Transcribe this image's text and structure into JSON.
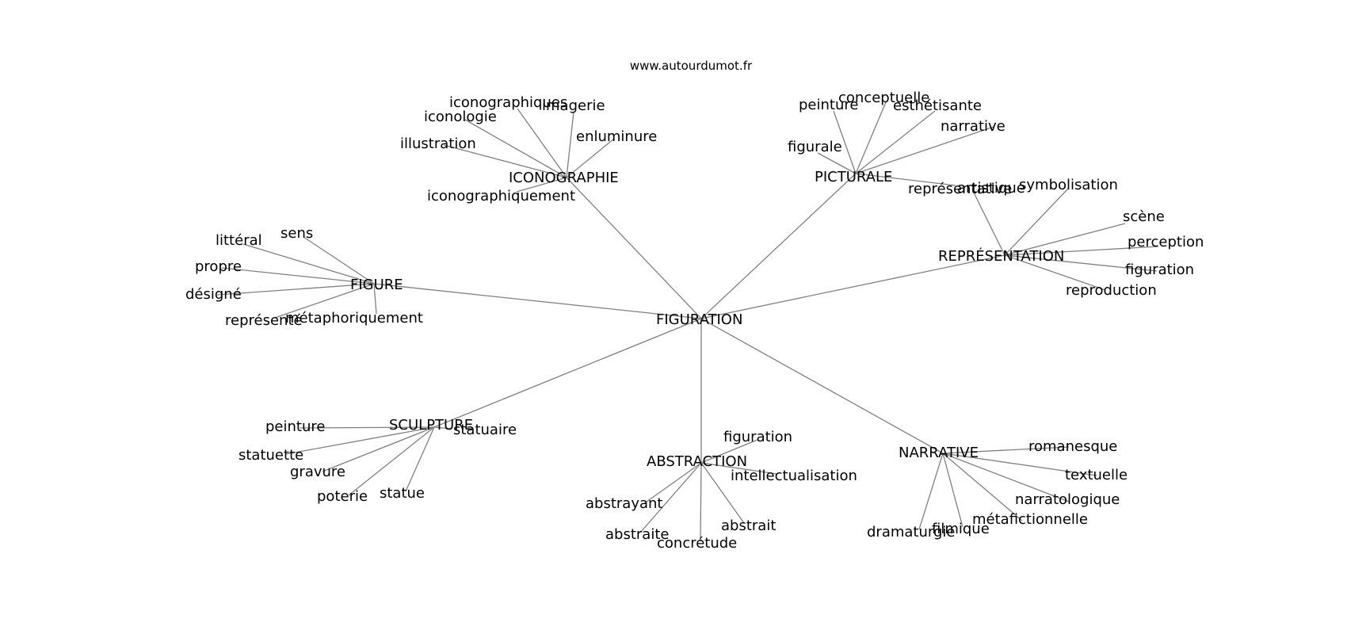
{
  "source": "www.autourdumot.fr",
  "root": "FIGURATION",
  "clusters": [
    {
      "label": "ICONOGRAPHIE",
      "leaves": [
        "iconographiques",
        "imagerie",
        "iconologie",
        "enluminure",
        "illustration",
        "iconographiquement"
      ]
    },
    {
      "label": "PICTURALE",
      "leaves": [
        "peinture",
        "conceptuelle",
        "esthétisante",
        "narrative",
        "figurale",
        "représentative"
      ]
    },
    {
      "label": "REPRÉSENTATION",
      "leaves": [
        "artistique",
        "symbolisation",
        "scène",
        "perception",
        "figuration",
        "reproduction"
      ]
    },
    {
      "label": "FIGURE",
      "leaves": [
        "sens",
        "littéral",
        "propre",
        "désigné",
        "représenté",
        "métaphoriquement"
      ]
    },
    {
      "label": "SCULPTURE",
      "leaves": [
        "peinture",
        "statuaire",
        "statuette",
        "gravure",
        "poterie",
        "statue"
      ]
    },
    {
      "label": "ABSTRACTION",
      "leaves": [
        "figuration",
        "intellectualisation",
        "abstrayant",
        "abstraite",
        "concrétude",
        "abstrait"
      ]
    },
    {
      "label": "NARRATIVE",
      "leaves": [
        "romanesque",
        "textuelle",
        "narratologique",
        "métafictionnelle",
        "filmique",
        "dramaturgie"
      ]
    }
  ]
}
